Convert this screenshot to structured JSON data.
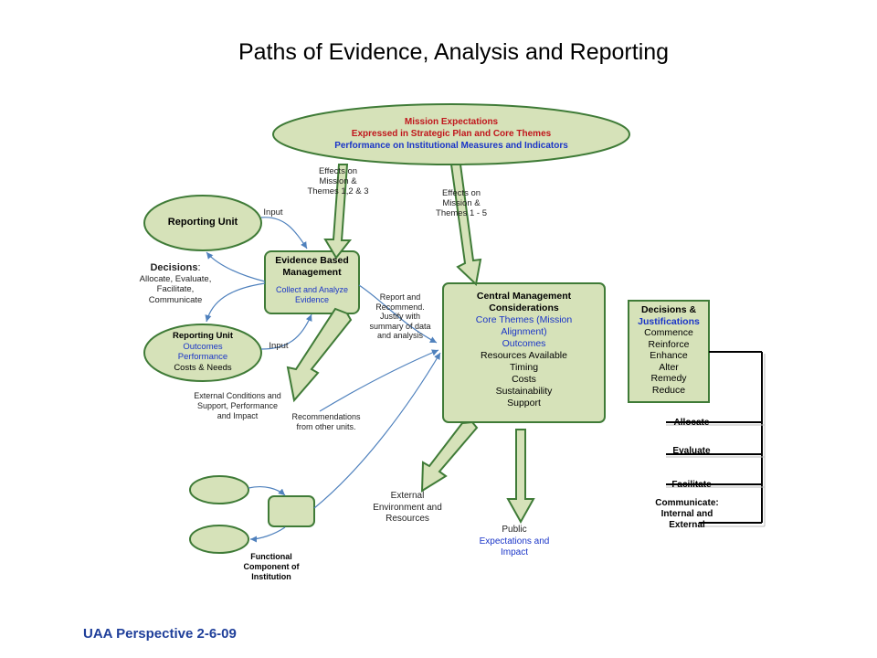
{
  "title": "Paths of Evidence, Analysis and Reporting",
  "footer": "UAA Perspective 2-6-09",
  "mission": {
    "line1": "Mission Expectations",
    "line2": "Expressed in Strategic Plan and Core Themes",
    "line3": "Performance on Institutional Measures and Indicators"
  },
  "reporting_unit_top": "Reporting Unit",
  "reporting_unit_bottom": {
    "title": "Reporting Unit",
    "line1": "Outcomes",
    "line2": "Performance",
    "line3": "Costs & Needs"
  },
  "decisions_left": {
    "heading": "Decisions",
    "colon": ":",
    "line1": "Allocate, Evaluate,",
    "line2": "Facilitate,",
    "line3": "Communicate"
  },
  "evidence_box": {
    "title1": "Evidence Based",
    "title2": "Management",
    "sub1": "Collect and Analyze",
    "sub2": "Evidence"
  },
  "central_box": {
    "title1": "Central Management",
    "title2": "Considerations",
    "blue1": "Core Themes (Mission",
    "blue2": "Alignment)",
    "blue3": "Outcomes",
    "items": [
      "Resources Available",
      "Timing",
      "Costs",
      "Sustainability",
      "Support"
    ]
  },
  "decisions_box": {
    "title1": "Decisions &",
    "title2": "Justifications",
    "items": [
      "Commence",
      "Reinforce",
      "Enhance",
      "Alter",
      "Remedy",
      "Reduce"
    ]
  },
  "side_labels": {
    "allocate": "Allocate",
    "evaluate": "Evaluate",
    "facilitate": "Facilitate",
    "communicate1": "Communicate:",
    "communicate2": "Internal and",
    "communicate3": "External"
  },
  "labels": {
    "effects_left1": "Effects on",
    "effects_left2": "Mission &",
    "effects_left3": "Themes 1,2 & 3",
    "effects_right1": "Effects on",
    "effects_right2": "Mission &",
    "effects_right3": "Themes 1 - 5",
    "input_top": "Input",
    "input_bottom": "Input",
    "report1": "Report and",
    "report2": "Recommend.",
    "report3": "Justify with",
    "report4": "summary of data",
    "report5": "and analysis",
    "ext_cond1": "External Conditions and",
    "ext_cond2": "Support, Performance",
    "ext_cond3": "and Impact",
    "recs1": "Recommendations",
    "recs2": "from other units.",
    "ext_env1": "External",
    "ext_env2": "Environment and",
    "ext_env3": "Resources",
    "public1": "Public",
    "public2": "Expectations and",
    "public3": "Impact",
    "functional1": "Functional",
    "functional2": "Component of",
    "functional3": "Institution"
  },
  "colors": {
    "node_fill": "#d6e2b9",
    "node_stroke": "#3f7b37",
    "blue_text": "#1a35c8",
    "red_text": "#c0161c",
    "link_blue": "#4f81bd"
  }
}
